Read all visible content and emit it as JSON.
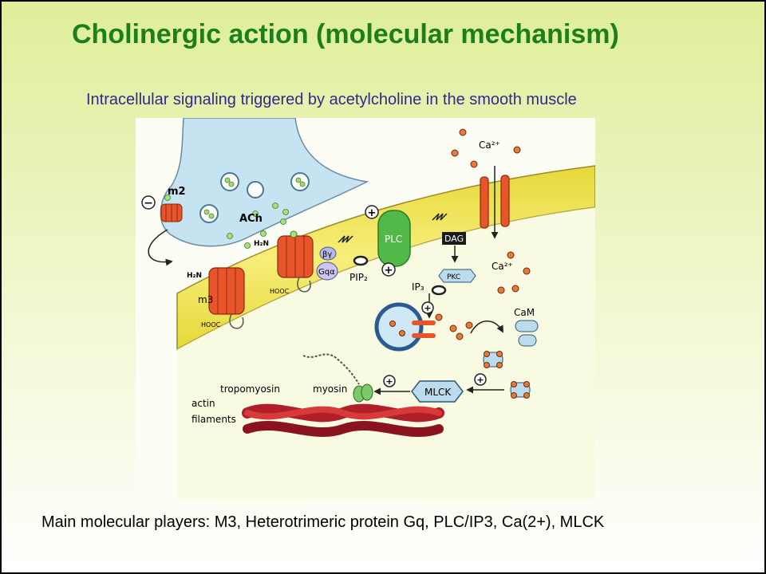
{
  "title": "Cholinergic action (molecular mechanism)",
  "subtitle": "Intracellular signaling triggered by acetylcholine in the smooth muscle",
  "footer": "Main molecular players: M3, Heterotrimeric protein Gq, PLC/IP3, Ca(2+), MLCK",
  "diagram": {
    "labels": {
      "m2": "m2",
      "ach": "ACh",
      "m3": "m3",
      "h2n_1": "H₂N",
      "h2n_2": "H₂N",
      "hooc_1": "HOOC",
      "hooc_2": "HOOC",
      "gq": "Gqα",
      "beta_gamma": "βγ",
      "pip2": "PIP₂",
      "plc": "PLC",
      "dag": "DAG",
      "pkc": "PKC",
      "ip3": "IP₃",
      "ca_out": "Ca²⁺",
      "ca_in": "Ca²⁺",
      "cam": "CaM",
      "mlck": "MLCK",
      "myosin": "myosin",
      "tropomyosin": "tropomyosin",
      "actin_1": "actin",
      "actin_2": "filaments"
    },
    "signs": {
      "minus": "−",
      "plus": "+"
    },
    "colors": {
      "membrane": "#f2e65a",
      "receptor": "#e8552a",
      "plc": "#52b848",
      "vesicle_fill": "#cfe8f5",
      "ion": "#e67a3c",
      "actin": "#b01e2a",
      "cam": "#bcdcee"
    }
  }
}
